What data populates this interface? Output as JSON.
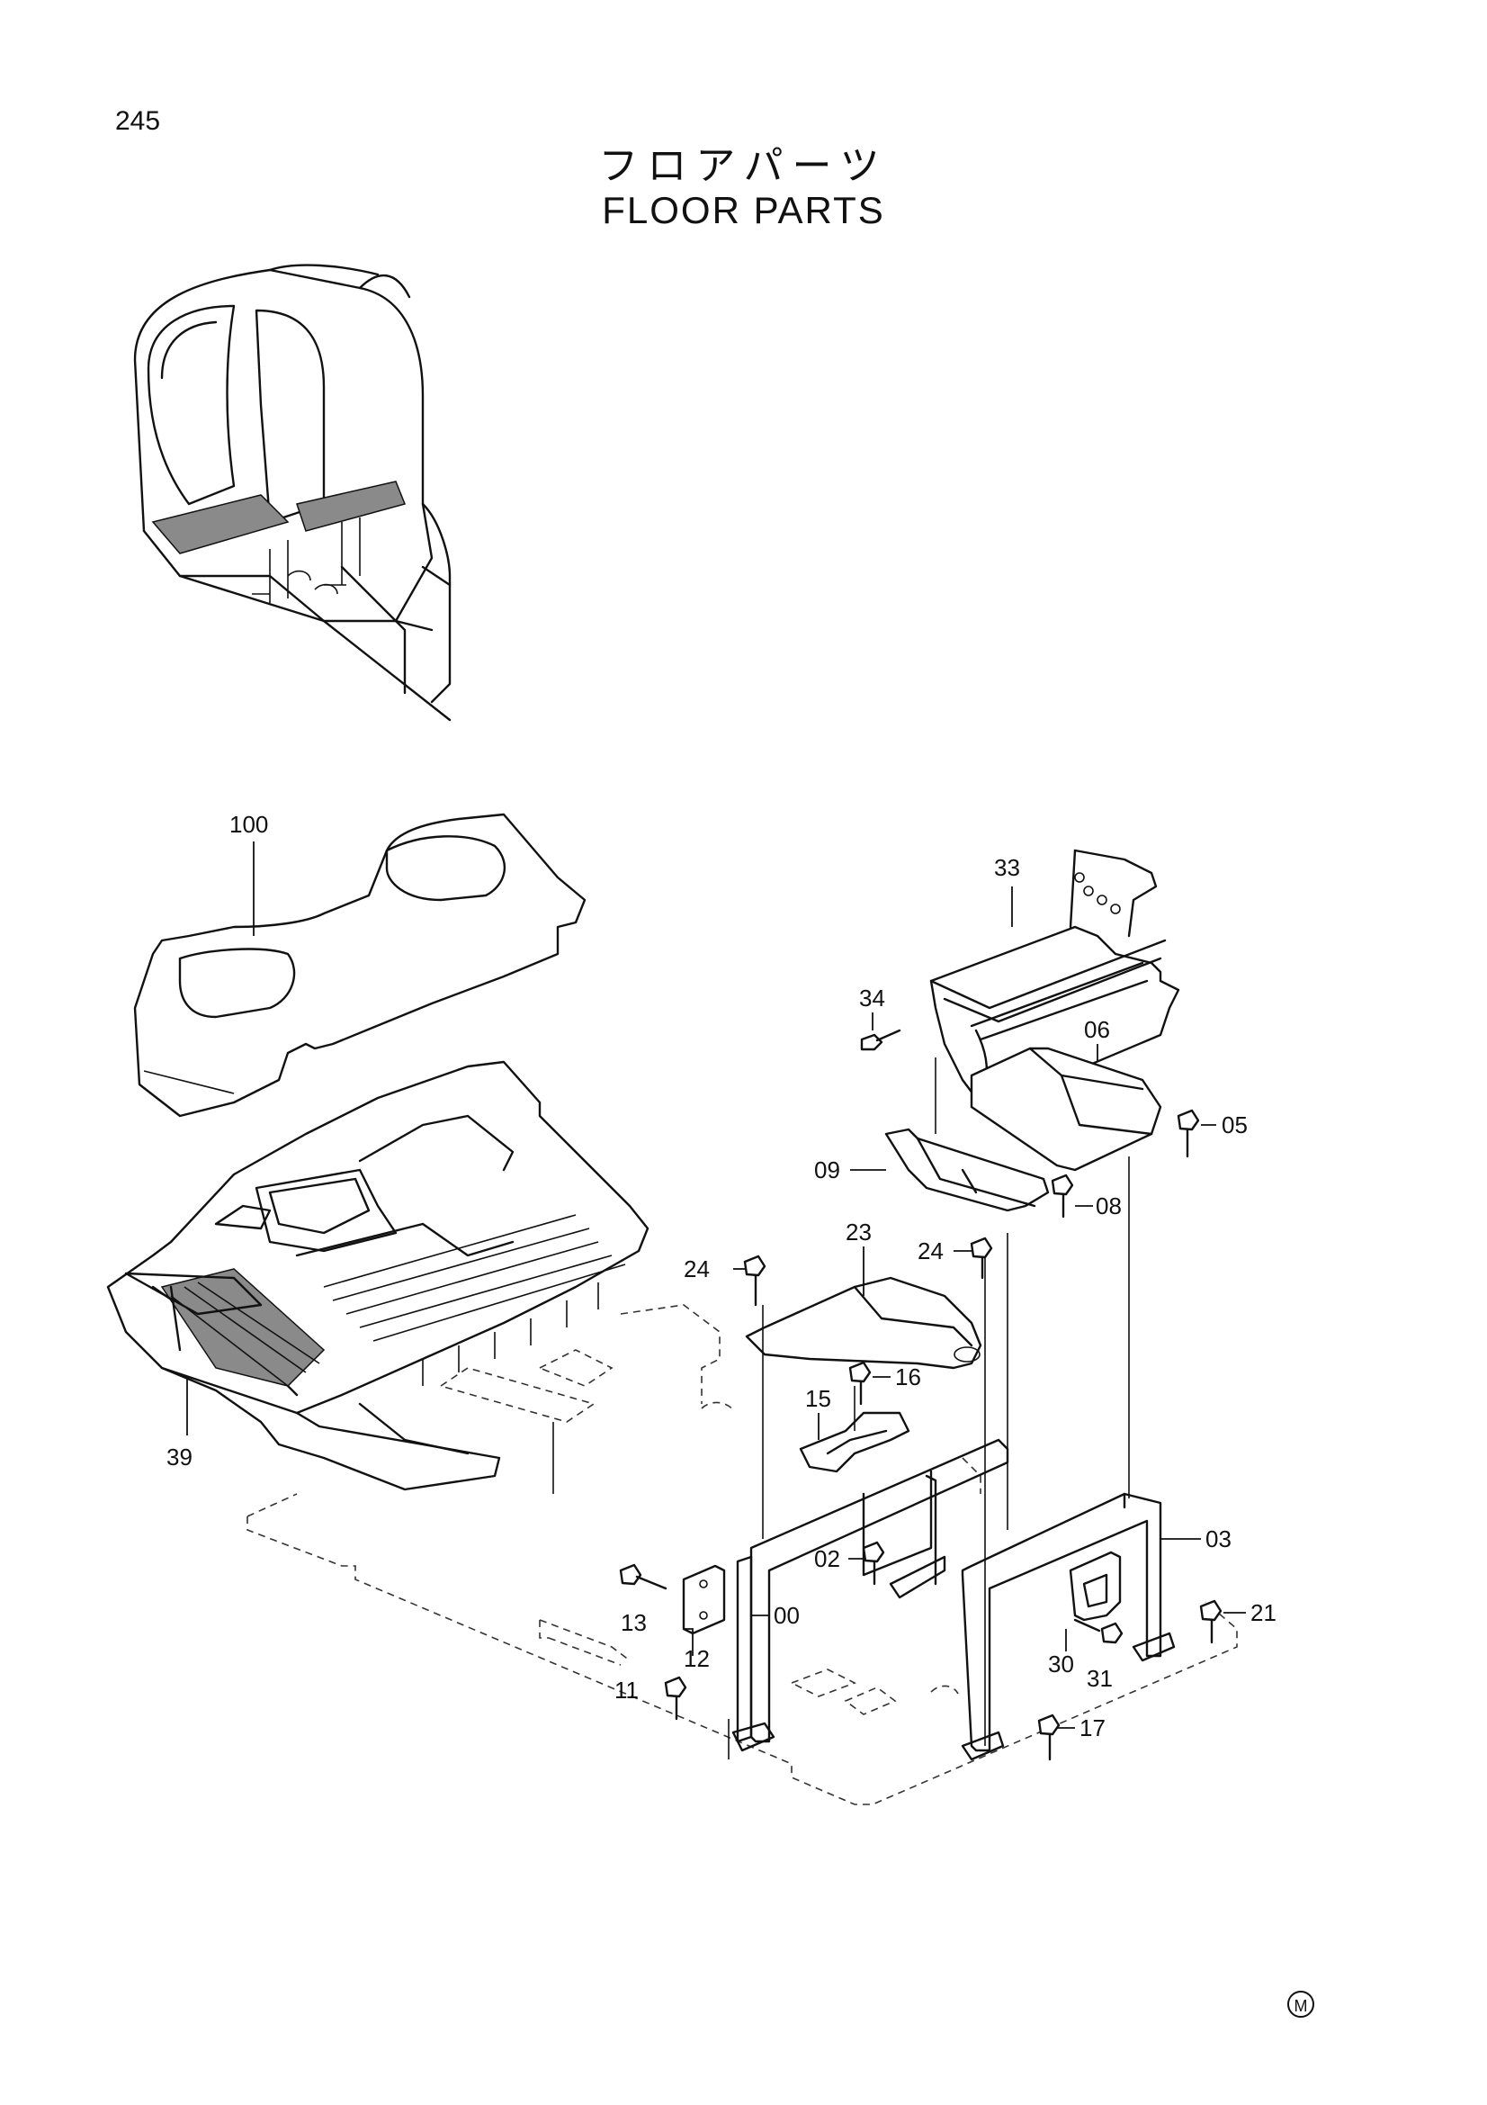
{
  "page_number": "245",
  "title_jp": "フロアパーツ",
  "title_en": "FLOOR PARTS",
  "callouts": [
    {
      "id": "100",
      "name": "callout-100"
    },
    {
      "id": "39",
      "name": "callout-39"
    },
    {
      "id": "33",
      "name": "callout-33"
    },
    {
      "id": "34",
      "name": "callout-34"
    },
    {
      "id": "06",
      "name": "callout-06"
    },
    {
      "id": "05",
      "name": "callout-05"
    },
    {
      "id": "09",
      "name": "callout-09"
    },
    {
      "id": "08",
      "name": "callout-08"
    },
    {
      "id": "23",
      "name": "callout-23"
    },
    {
      "id": "24",
      "name": "callout-24-left"
    },
    {
      "id": "24",
      "name": "callout-24-right"
    },
    {
      "id": "15",
      "name": "callout-15"
    },
    {
      "id": "16",
      "name": "callout-16"
    },
    {
      "id": "02",
      "name": "callout-02"
    },
    {
      "id": "03",
      "name": "callout-03"
    },
    {
      "id": "13",
      "name": "callout-13"
    },
    {
      "id": "12",
      "name": "callout-12"
    },
    {
      "id": "00",
      "name": "callout-00"
    },
    {
      "id": "11",
      "name": "callout-11"
    },
    {
      "id": "30",
      "name": "callout-30"
    },
    {
      "id": "31",
      "name": "callout-31"
    },
    {
      "id": "21",
      "name": "callout-21"
    },
    {
      "id": "17",
      "name": "callout-17"
    }
  ],
  "mark": "M"
}
